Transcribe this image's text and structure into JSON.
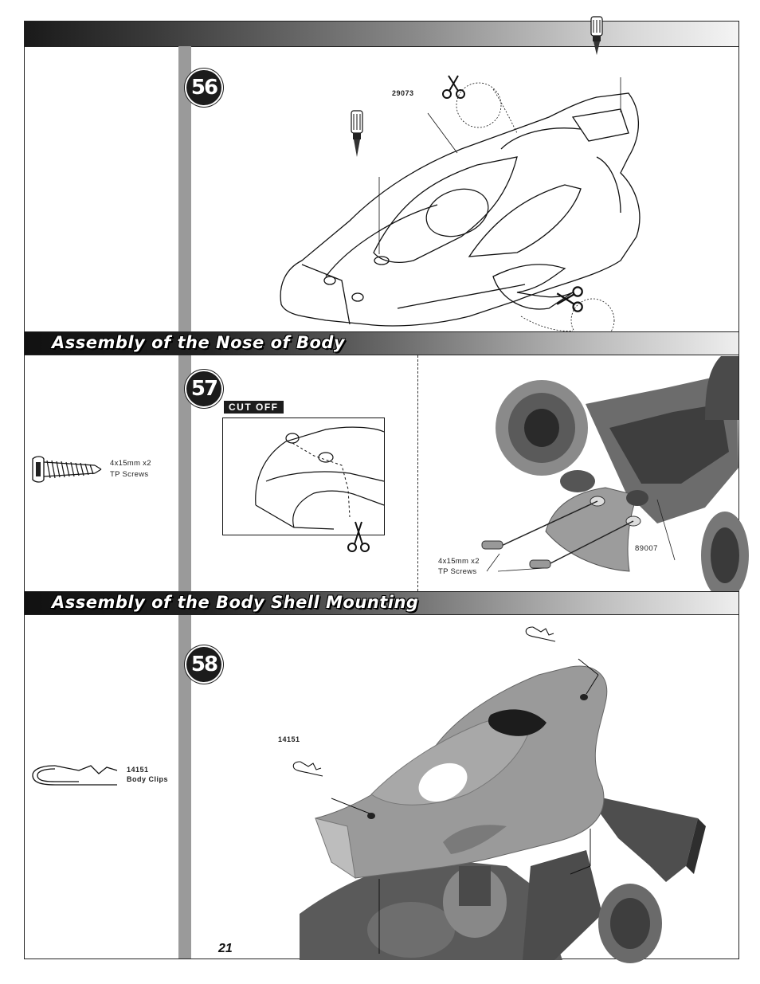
{
  "sections": [
    {
      "title": "Assembly of the Nose of Body"
    },
    {
      "title": "Assembly of the Body Shell Mounting"
    }
  ],
  "steps": [
    {
      "number": "56",
      "part_label": "29073"
    },
    {
      "number": "57",
      "badge": "CUT OFF",
      "side_part": {
        "line1": "4x15mm x2",
        "line2": "TP Screws"
      },
      "callout_part": {
        "line1": "4x15mm x2",
        "line2": "TP Screws"
      },
      "part_label": "89007"
    },
    {
      "number": "58",
      "part_label": "14151",
      "side_part": {
        "line1": "14151",
        "line2": "Body Clips"
      }
    }
  ],
  "page_number": "21",
  "icons": [
    "screwdriver-icon",
    "scissors-icon",
    "screw-icon",
    "body-clip-icon"
  ]
}
